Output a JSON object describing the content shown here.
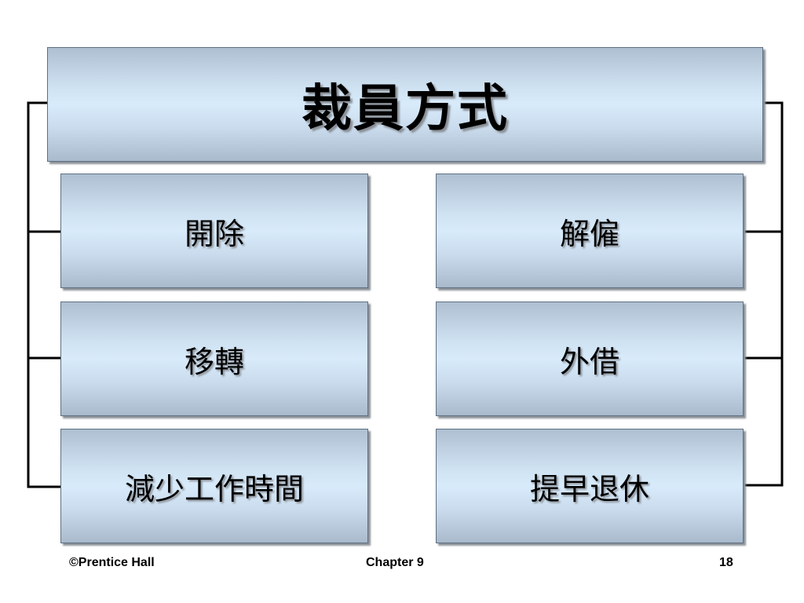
{
  "diagram": {
    "title": "裁員方式",
    "items": [
      {
        "label": "開除"
      },
      {
        "label": "解僱"
      },
      {
        "label": "移轉"
      },
      {
        "label": "外借"
      },
      {
        "label": "減少工作時間"
      },
      {
        "label": "提早退休"
      }
    ]
  },
  "footer": {
    "left": "©Prentice Hall",
    "center": "Chapter 9",
    "right": "18"
  }
}
